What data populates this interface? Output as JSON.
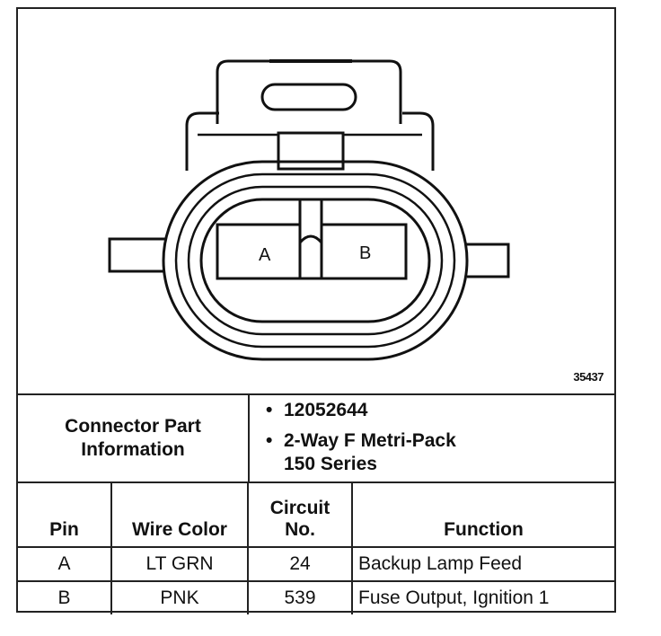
{
  "figure": {
    "id_label": "35437",
    "pins": [
      "A",
      "B"
    ]
  },
  "connector_info": {
    "heading_line1": "Connector Part",
    "heading_line2": "Information",
    "bullet_glyph": "•",
    "part_number": "12052644",
    "description_line1": "2-Way F Metri-Pack",
    "description_line2": "150 Series"
  },
  "table": {
    "headers": {
      "pin": "Pin",
      "wire_color": "Wire Color",
      "circuit_line1": "Circuit",
      "circuit_line2": "No.",
      "function": "Function"
    },
    "rows": [
      {
        "pin": "A",
        "wire_color": "LT GRN",
        "circuit": "24",
        "function": "Backup Lamp Feed"
      },
      {
        "pin": "B",
        "wire_color": "PNK",
        "circuit": "539",
        "function": "Fuse Output, Ignition 1"
      }
    ]
  }
}
